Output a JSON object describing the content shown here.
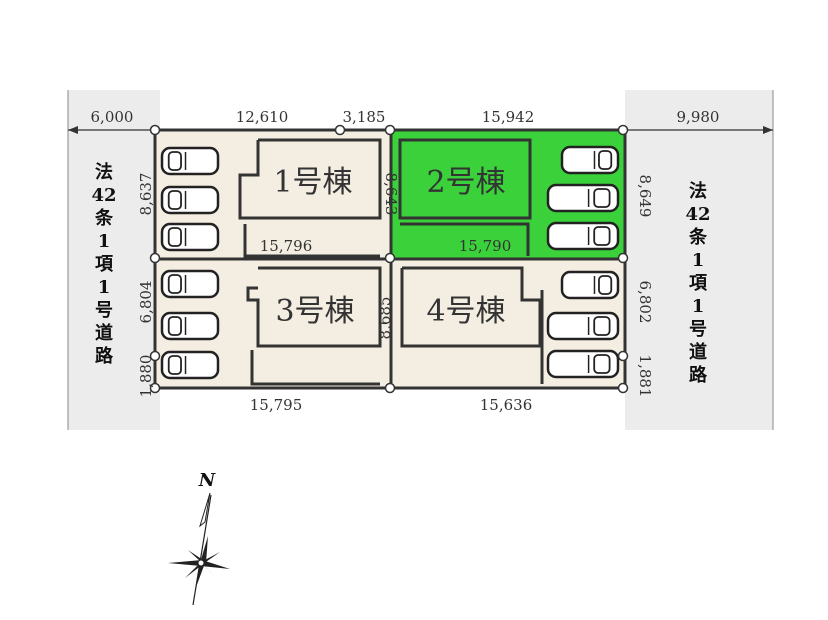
{
  "roads": {
    "left": [
      "法",
      "42",
      "条",
      "1",
      "項",
      "1",
      "号",
      "道",
      "路"
    ],
    "right": [
      "法",
      "42",
      "条",
      "1",
      "項",
      "1",
      "号",
      "道",
      "路"
    ],
    "left_width": "6,000",
    "right_width": "9,980"
  },
  "dims": {
    "top_1": "12,610",
    "top_2": "3,185",
    "top_3": "15,942",
    "lot1_depth": "8,637",
    "lot2_depth": "8,649",
    "lot3_depth": "6,804",
    "lot4_depth": "6,802",
    "bottom_left_depth": "1,880",
    "bottom_right_depth": "1,881",
    "center_upper": "8,643",
    "center_lower": "8,685",
    "lot1_width": "15,796",
    "lot2_width": "15,790",
    "bottom_left": "15,795",
    "bottom_right": "15,636"
  },
  "buildings": {
    "b1": "1号棟",
    "b2": "2号棟",
    "b3": "3号棟",
    "b4": "4号棟"
  },
  "compass": {
    "label": "N"
  },
  "colors": {
    "lot": "#f4ede2",
    "highlight": "#3ad13a",
    "road": "#ececec"
  }
}
